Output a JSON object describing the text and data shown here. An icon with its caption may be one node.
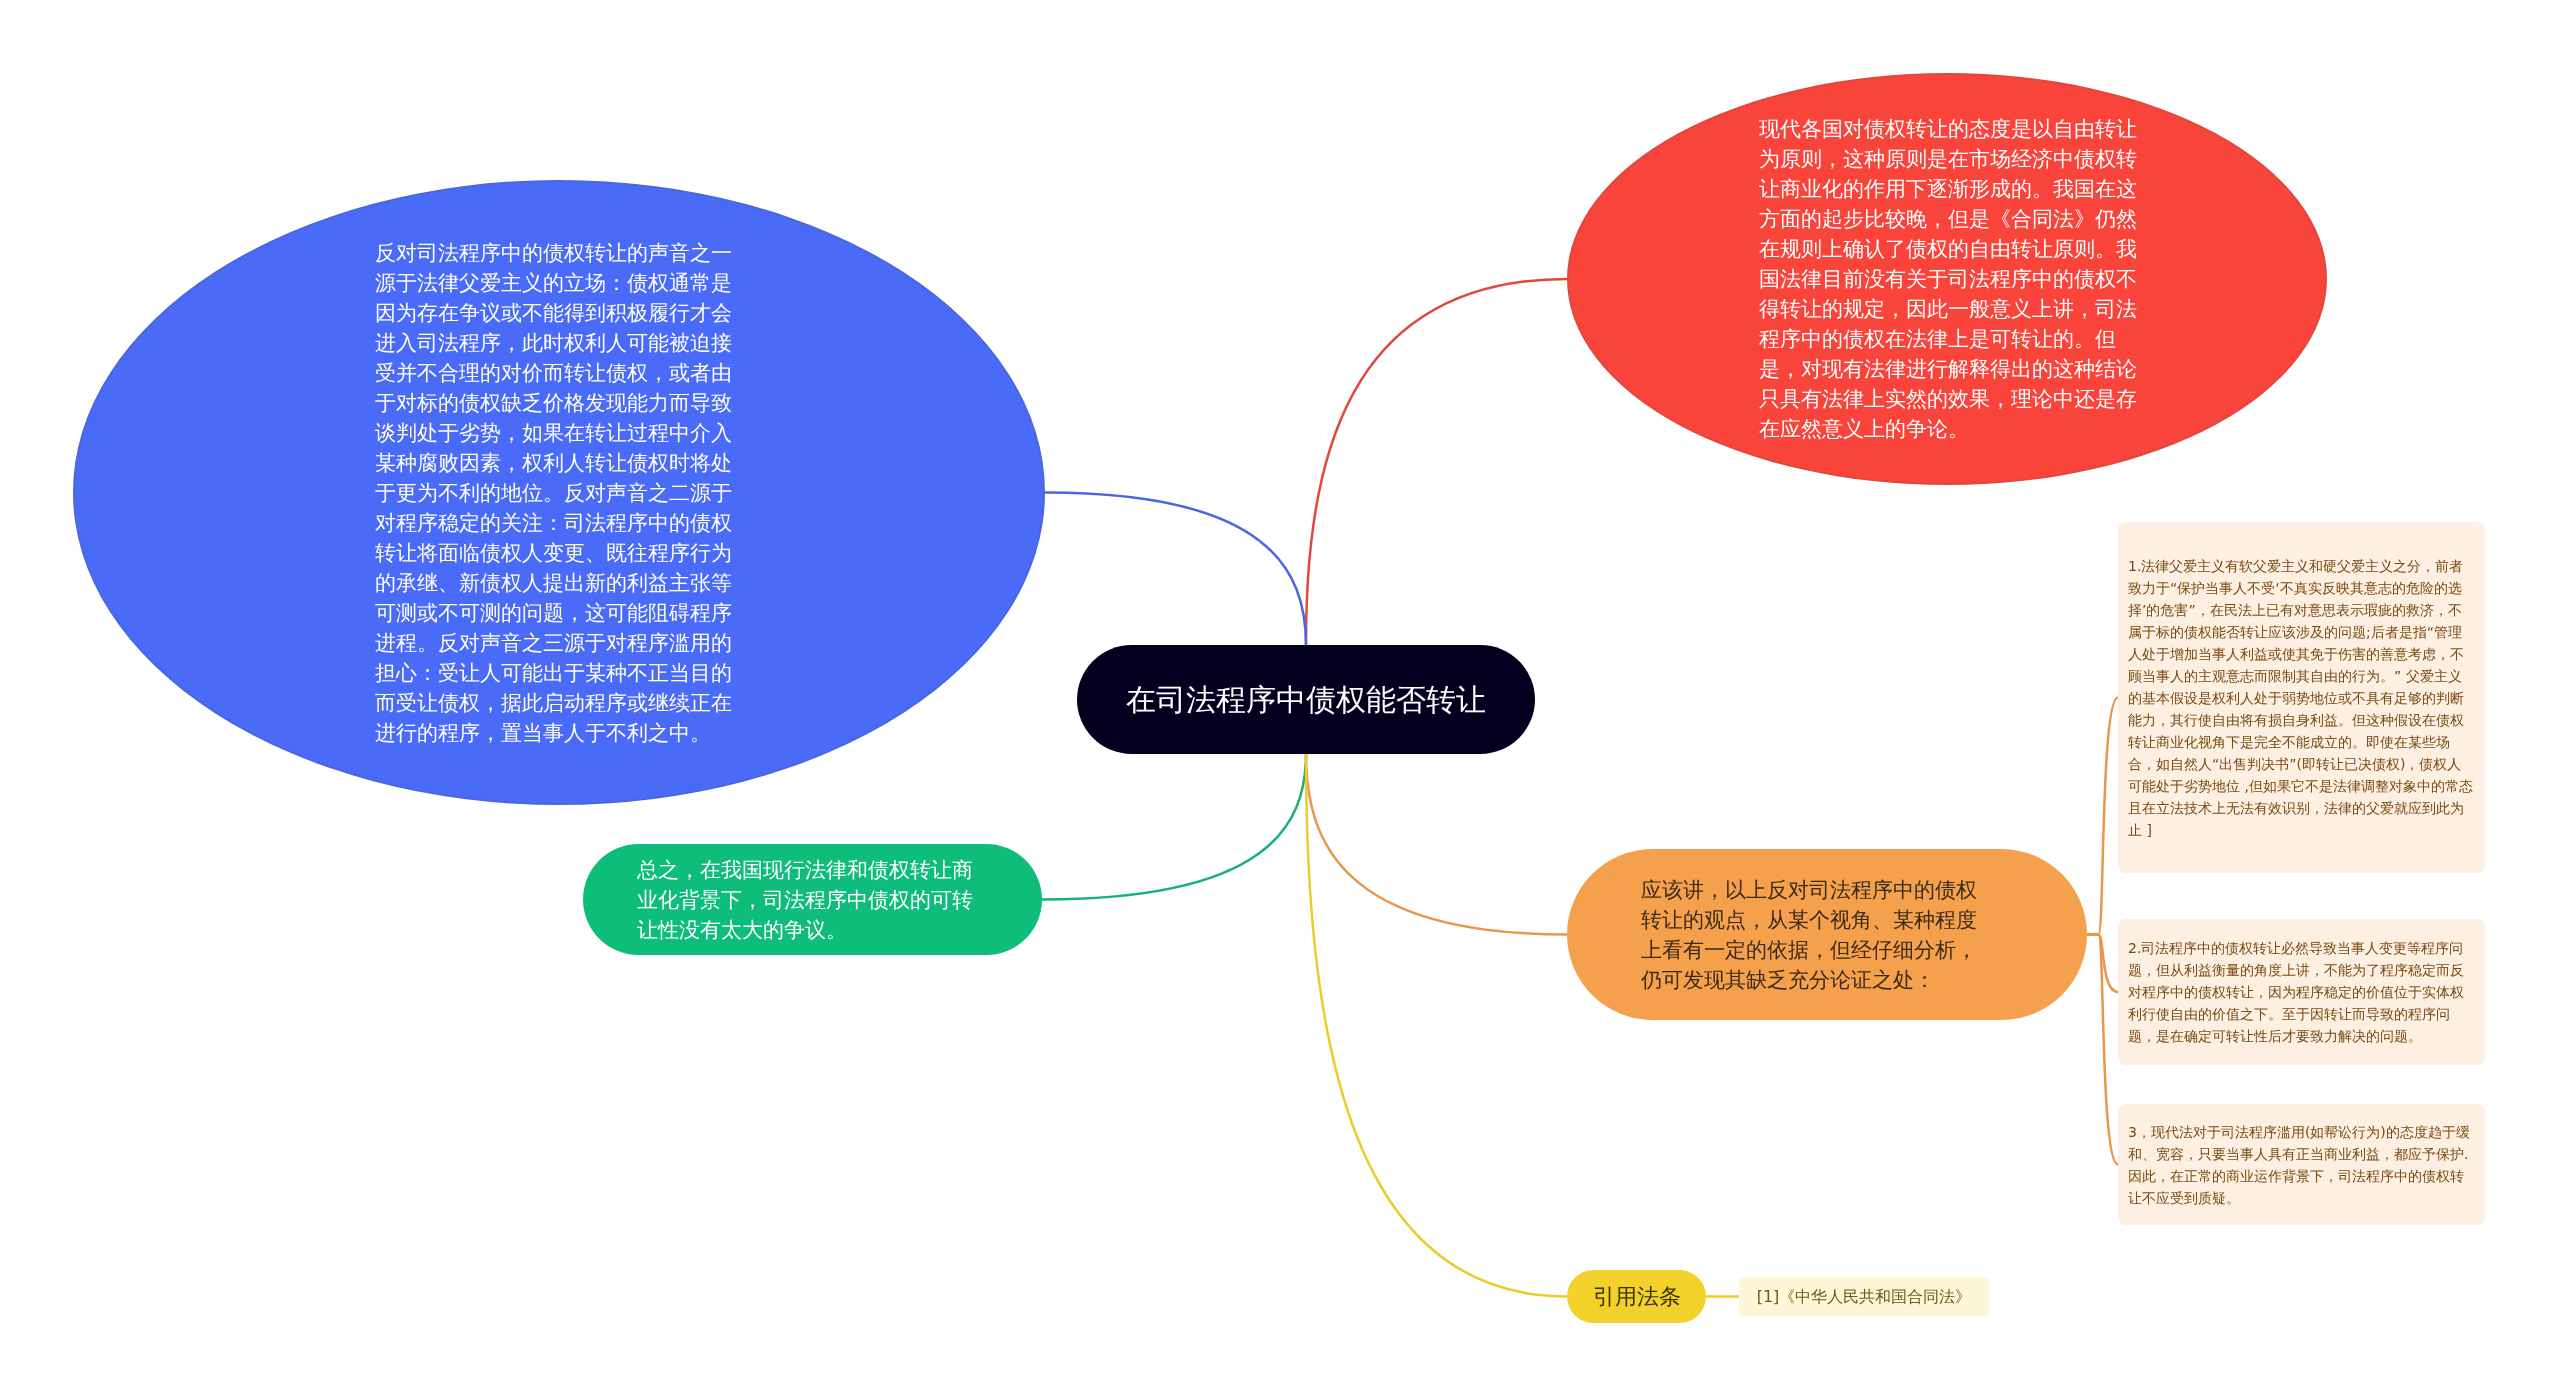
{
  "diagram": {
    "nodes": [
      {
        "text": [
          "在司法程序中债权能否转让"
        ]
      },
      {
        "text": [
          "现代各国对债权转让的态度是以自由转让为原则，这种原则是在市场经济中债权转让商业化的作用下逐渐形成的。我国在这方面的起步比较晚，但是《合同法》仍然在规则上确认了债权的自由转让原则。我国法律目前没有关于司法程序中的债权不得转让的规定，因此一般意义上讲，司法程序中的债权在法律上是可转让的。但是，对现有法律进行解释得出的这种结论只具有法律上实然的效果，理论中还是存在应然意义上的争论。"
        ]
      },
      {
        "text": [
          "反对司法程序中的债权转让的声音之一源于法律父爱主义的立场：债权通常是因为存在争议或不能得到积极履行才会进入司法程序，此时权利人可能被迫接受并不合理的对价而转让债权，或者由于对标的债权缺乏价格发现能力而导致谈判处于劣势，如果在转让过程中介入某种腐败因素，权利人转让债权时将处于更为不利的地位。反对声音之二源于对程序稳定的关注：司法程序中的债权转让将面临债权人变更、既往程序行为的承继、新债权人提出新的利益主张等可测或不可测的问题，这可能阻碍程序进程。反对声音之三源于对程序滥用的担心：受让人可能出于某种不正当目的而受让债权，据此启动程序或继续正在进行的程序，置当事人于不利之中。"
        ]
      },
      {
        "text": [
          "总之，在我国现行法律和债权转让商业化背景下，司法程序中债权的可转让性没有太大的争议。"
        ]
      },
      {
        "text": [
          "应该讲，以上反对司法程序中的债权转让的观点，从某个视角、某种程度上看有一定的依据，但经仔细分析，仍可发现其缺乏充分论证之处："
        ]
      },
      {
        "text": [
          "1.法律父爱主义有软父爱主义和硬父爱主义之分，前者致力于“保护当事人不受‘不真实反映其意志的危险的选择’的危害”，在民法上已有对意思表示瑕疵的救济，不属于标的债权能否转让应该涉及的问题;后者是指“管理人处于增加当事人利益或使其免于伤害的善意考虑，不顾当事人的主观意志而限制其自由的行为。” 父爱主义的基本假设是权利人处于弱势地位或不具有足够的判断能力，其行使自由将有损自身利益。但这种假设在债权转让商业化视角下是完全不能成立的。即使在某些场合，如自然人“出售判决书”(即转让已决债权)，债权人可能处于劣势地位 ,但如果它不是法律调整对象中的常态且在立法技术上无法有效识别，法律的父爱就应到此为止 ]"
        ]
      },
      {
        "text": [
          "2.司法程序中的债权转让必然导致当事人变更等程序问题，但从利益衡量的角度上讲，不能为了程序稳定而反对程序中的债权转让，因为程序稳定的价值位于实体权利行使自由的价值之下。至于因转让而导致的程序问题，是在确定可转让性后才要致力解决的问题。"
        ]
      },
      {
        "text": [
          "3，现代法对于司法程序滥用(如帮讼行为)的态度趋于缓和、宽容，只要当事人具有正当商业利益，都应予保护.因此，在正常的商业运作背景下，司法程序中的债权转让不应受到质疑。"
        ]
      },
      {
        "text": [
          "引用法条"
        ]
      },
      {
        "text": [
          "[1]《中华人民共和国合同法》"
        ]
      }
    ],
    "edges": [
      {
        "from": 0,
        "to": 1,
        "arrow": "none",
        "color": "#e0483c"
      },
      {
        "from": 0,
        "to": 2,
        "arrow": "none",
        "color": "#4a66e0"
      },
      {
        "from": 0,
        "to": 3,
        "arrow": "none",
        "color": "#17b07a"
      },
      {
        "from": 0,
        "to": 4,
        "arrow": "none",
        "color": "#e8974a"
      },
      {
        "from": 0,
        "to": 8,
        "arrow": "none",
        "color": "#eccc2a"
      },
      {
        "from": 4,
        "to": 5,
        "arrow": "none",
        "color": "#e8974a"
      },
      {
        "from": 4,
        "to": 6,
        "arrow": "none",
        "color": "#e8974a"
      },
      {
        "from": 4,
        "to": 7,
        "arrow": "none",
        "color": "#e8974a"
      },
      {
        "from": 8,
        "to": 9,
        "arrow": "none",
        "color": "#eccc2a"
      }
    ]
  }
}
